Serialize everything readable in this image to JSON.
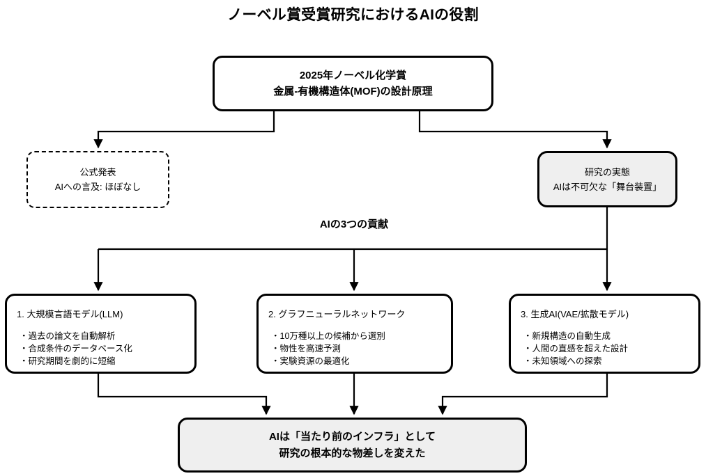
{
  "title": "ノーベル賞受賞研究におけるAIの役割",
  "colors": {
    "stroke": "#000000",
    "gray_fill": "#efefef",
    "white_fill": "#ffffff",
    "text": "#000000"
  },
  "nodes": {
    "top": {
      "line1": "2025年ノーベル化学賞",
      "line2": "金属-有機構造体(MOF)の設計原理"
    },
    "official": {
      "line1": "公式発表",
      "line2": "AIへの言及: ほぼなし"
    },
    "reality": {
      "line1": "研究の実態",
      "line2": "AIは不可欠な「舞台装置」"
    },
    "section_label": "AIの3つの貢献",
    "contributions": [
      {
        "heading": "1. 大規模言語モデル(LLM)",
        "bullets": [
          "・過去の論文を自動解析",
          "・合成条件のデータベース化",
          "・研究期間を劇的に短縮"
        ]
      },
      {
        "heading": "2. グラフニューラルネットワーク",
        "bullets": [
          "・10万種以上の候補から選別",
          "・物性を高速予測",
          "・実験資源の最適化"
        ]
      },
      {
        "heading": "3. 生成AI(VAE/拡散モデル)",
        "bullets": [
          "・新規構造の自動生成",
          "・人間の直感を超えた設計",
          "・未知領域への探索"
        ]
      }
    ],
    "bottom": {
      "line1": "AIは「当たり前のインフラ」として",
      "line2": "研究の根本的な物差しを変えた"
    }
  }
}
